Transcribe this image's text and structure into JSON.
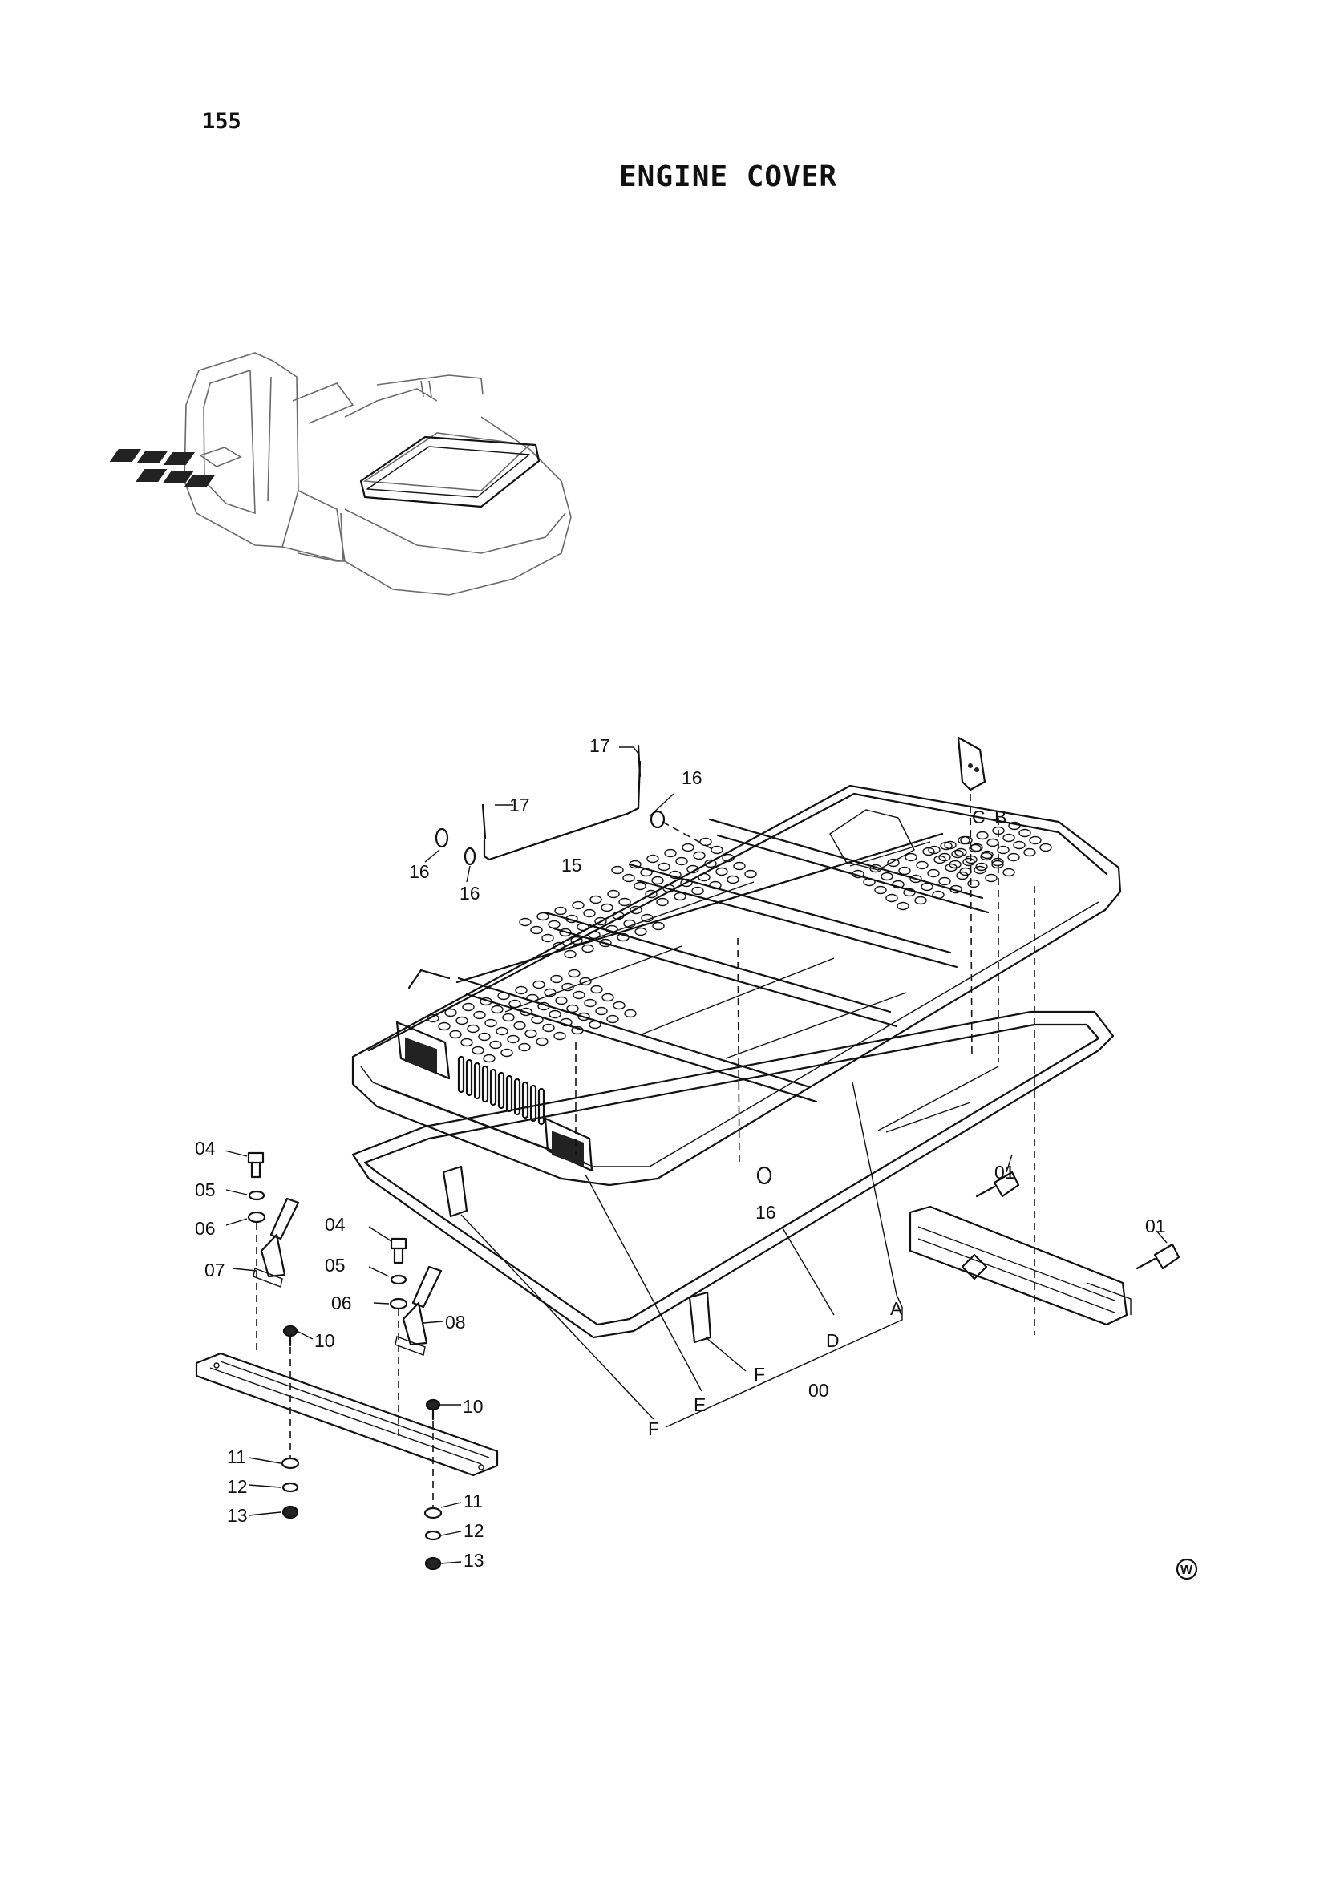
{
  "page": {
    "number": "155",
    "title": "ENGINE COVER"
  },
  "callouts": [
    {
      "id": "c17a",
      "text": "17"
    },
    {
      "id": "c17b",
      "text": "17"
    },
    {
      "id": "c16a",
      "text": "16"
    },
    {
      "id": "c16b",
      "text": "16"
    },
    {
      "id": "c16c",
      "text": "16"
    },
    {
      "id": "c16d",
      "text": "16"
    },
    {
      "id": "c15",
      "text": "15"
    },
    {
      "id": "cC",
      "text": "C"
    },
    {
      "id": "cB",
      "text": "B"
    },
    {
      "id": "c04a",
      "text": "04"
    },
    {
      "id": "c05a",
      "text": "05"
    },
    {
      "id": "c06a",
      "text": "06"
    },
    {
      "id": "c07",
      "text": "07"
    },
    {
      "id": "c04b",
      "text": "04"
    },
    {
      "id": "c05b",
      "text": "05"
    },
    {
      "id": "c06b",
      "text": "06"
    },
    {
      "id": "c08",
      "text": "08"
    },
    {
      "id": "c10a",
      "text": "10"
    },
    {
      "id": "c10b",
      "text": "10"
    },
    {
      "id": "c11a",
      "text": "11"
    },
    {
      "id": "c12a",
      "text": "12"
    },
    {
      "id": "c13a",
      "text": "13"
    },
    {
      "id": "c11b",
      "text": "11"
    },
    {
      "id": "c12b",
      "text": "12"
    },
    {
      "id": "c13b",
      "text": "13"
    },
    {
      "id": "c01a",
      "text": "01"
    },
    {
      "id": "c01b",
      "text": "01"
    },
    {
      "id": "cA",
      "text": "A"
    },
    {
      "id": "cD",
      "text": "D"
    },
    {
      "id": "cF1",
      "text": "F"
    },
    {
      "id": "cE",
      "text": "E"
    },
    {
      "id": "c00",
      "text": "00"
    },
    {
      "id": "cF2",
      "text": "F"
    }
  ],
  "watermark": "W"
}
